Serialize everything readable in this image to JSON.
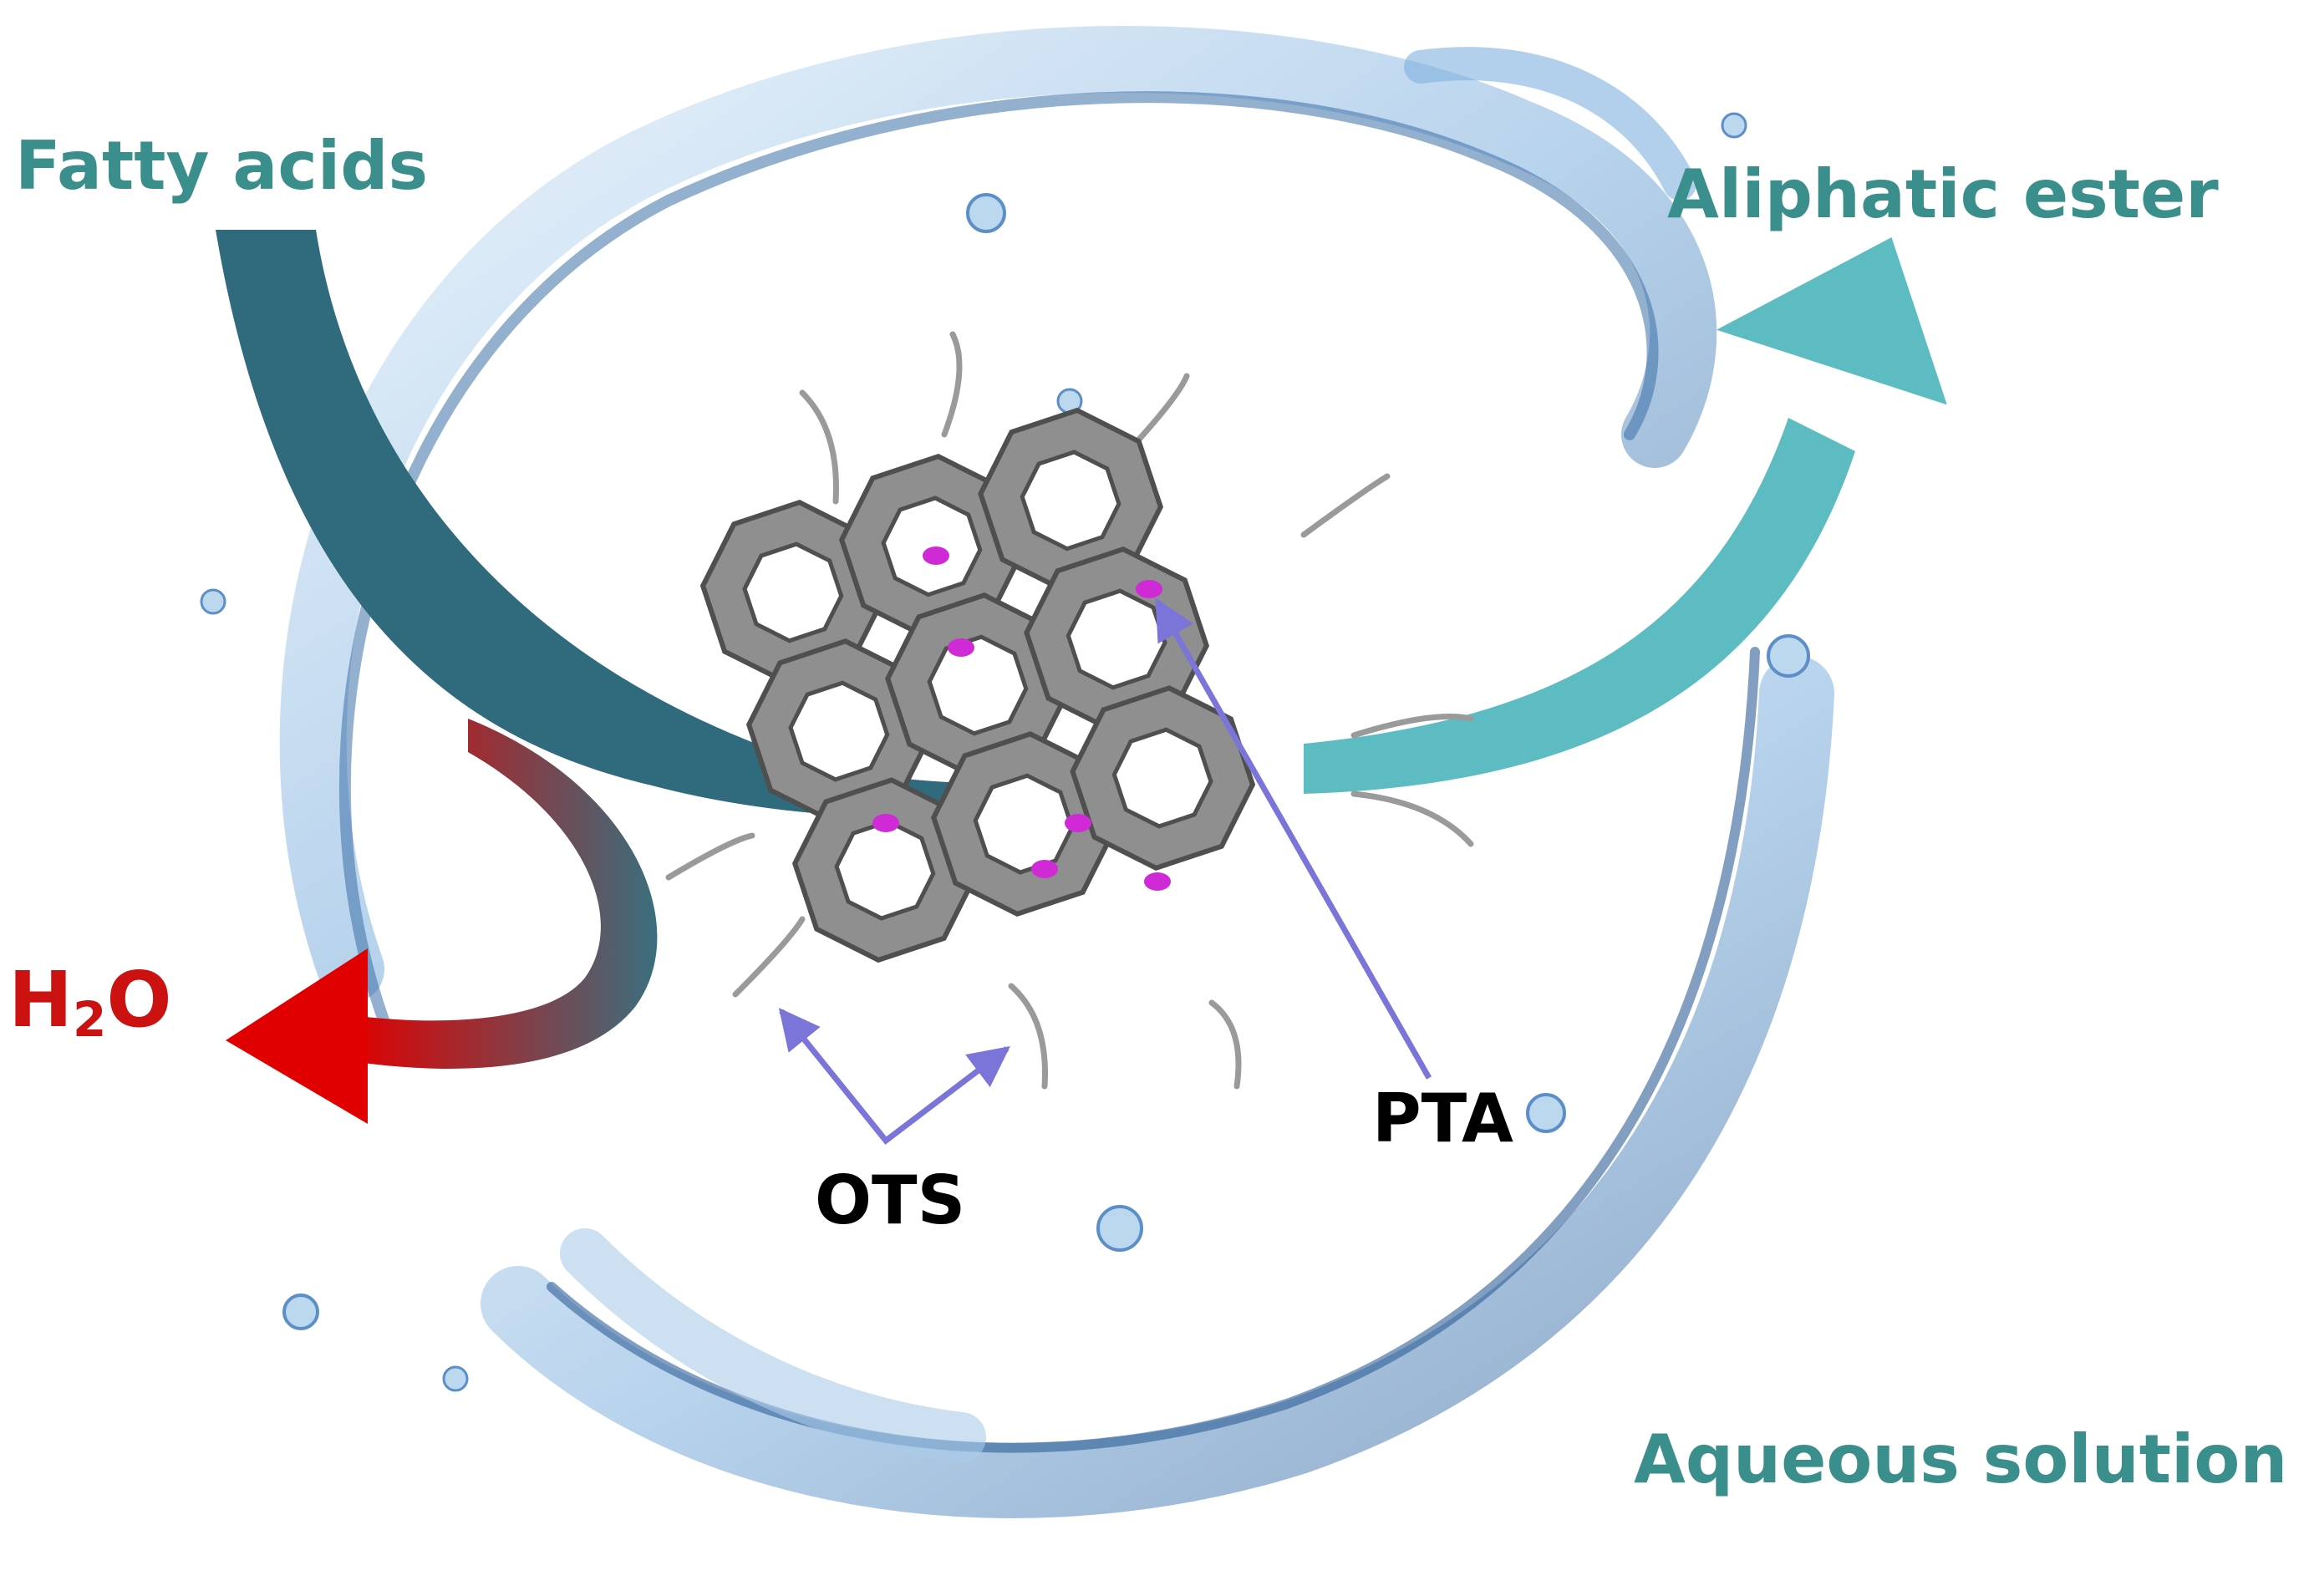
{
  "labels": {
    "fatty_acids": "Fatty acids",
    "aliphatic_ester": "Aliphatic ester",
    "water": "H",
    "water_subscript": "2",
    "water_suffix": "O",
    "pta": "PTA",
    "ots": "OTS",
    "aqueous_solution": "Aqueous solution"
  },
  "colors": {
    "fatty_acids_text": "#3a8f8c",
    "ester_text": "#3a8f8c",
    "aqueous_text": "#3a8f8c",
    "water_text": "#cc1111",
    "inlet_arrow": "#2f6b7c",
    "outlet_arrow": "#5cbcc2",
    "water_arrow_start": "#3a6f7e",
    "water_arrow_end": "#e00000",
    "pointer_arrows": "#7b74d9",
    "framework": "#8f8f8f",
    "framework_dark": "#4f4f4f",
    "active_sites": "#d02ad6",
    "water_swirl": "#5c8fc7"
  },
  "icons": [
    "water-swirl",
    "zeolite-framework",
    "inlet-arrow",
    "outlet-arrow",
    "water-outlet-arrow"
  ]
}
